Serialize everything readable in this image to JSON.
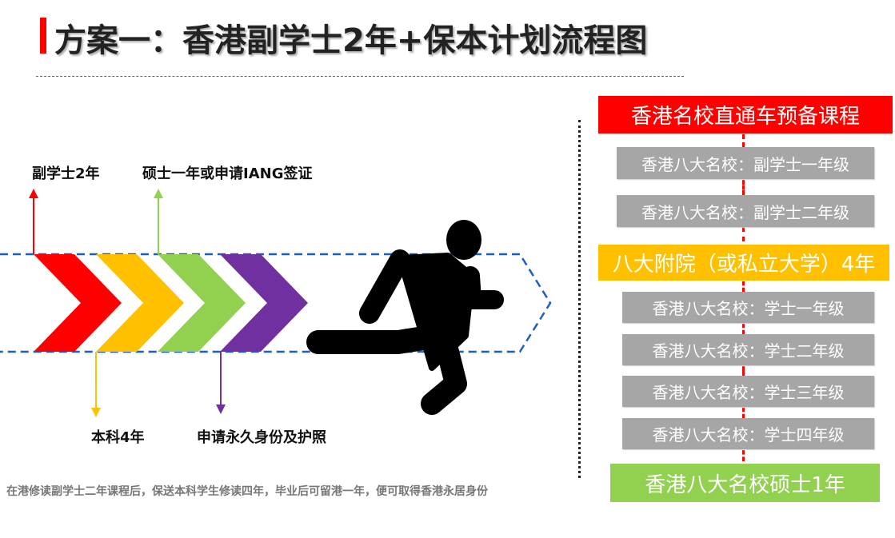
{
  "title": "方案一：香港副学士2年+保本计划流程图",
  "timeline": {
    "labels_top": [
      "副学士2年",
      "硕士一年或申请IANG签证"
    ],
    "labels_bottom": [
      "本科4年",
      "申请永久身份及护照"
    ],
    "stage_colors": [
      "#ff0000",
      "#ffc000",
      "#92d050",
      "#7030a0"
    ],
    "frame_color": "#1f5fbf",
    "figure_icon": "running-man-icon"
  },
  "note": "在港修读副学士二年课程后，保送本科学生修读四年，毕业后可留港一年，便可取得香港永居身份",
  "flow": {
    "header": "香港名校直通车预备课程",
    "associate": [
      "香港八大名校：副学士一年级",
      "香港八大名校：副学士二年级"
    ],
    "bachelor_header": "八大附院（或私立大学）4年",
    "bachelor": [
      "香港八大名校：学士一年级",
      "香港八大名校：学士二年级",
      "香港八大名校：学士三年级",
      "香港八大名校：学士四年级"
    ],
    "final": "香港八大名校硕士1年",
    "colors": {
      "header": "#ff0000",
      "bachelor_header": "#ffc000",
      "step": "#a6a6a6",
      "final": "#92d050"
    }
  }
}
